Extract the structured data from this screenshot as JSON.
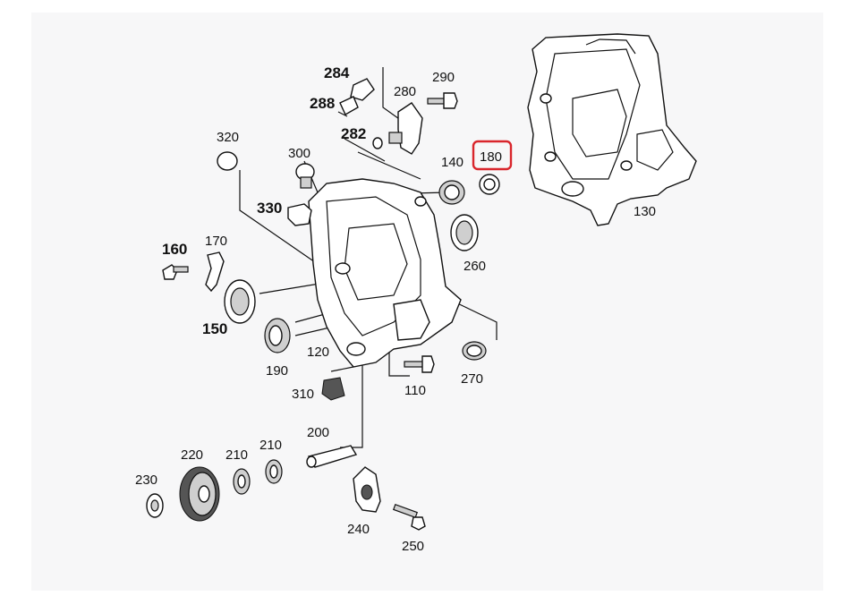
{
  "diagram": {
    "highlight_color": "#d9262c",
    "highlighted_part": "180",
    "labels": {
      "p284": "284",
      "p290": "290",
      "p280": "280",
      "p288": "288",
      "p282": "282",
      "p320": "320",
      "p300": "300",
      "p140": "140",
      "p180": "180",
      "p330": "330",
      "p130": "130",
      "p260": "260",
      "p160": "160",
      "p170": "170",
      "p150": "150",
      "p120": "120",
      "p190": "190",
      "p270": "270",
      "p310": "310",
      "p110": "110",
      "p200": "200",
      "p220": "220",
      "p210a": "210",
      "p210b": "210",
      "p230": "230",
      "p240": "240",
      "p250": "250"
    }
  }
}
